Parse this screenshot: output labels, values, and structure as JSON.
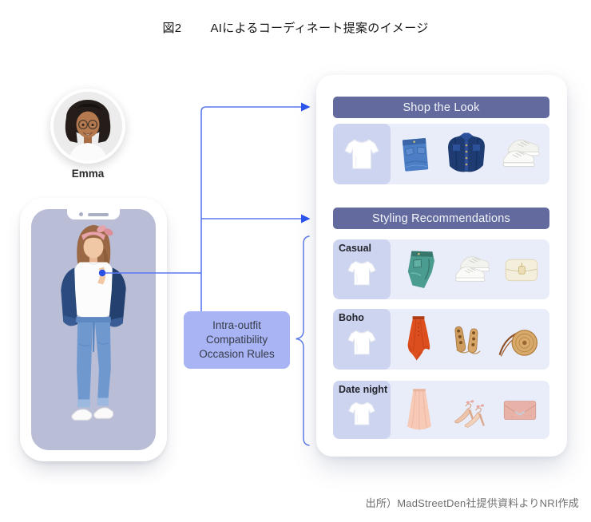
{
  "figure": {
    "label": "図2",
    "title": "AIによるコーディネート提案のイメージ"
  },
  "user": {
    "name": "Emma"
  },
  "phone": {
    "photo": "woman-wearing-white-tshirt-denim-jacket-jeans",
    "annotation": "blue-dot-marker-on-tshirt"
  },
  "rules_box": {
    "line1": "Intra-outfit",
    "line2": "Compatibility",
    "line3": "Occasion Rules"
  },
  "panel": {
    "shop_section": {
      "header": "Shop the Look",
      "base_item": "white-tshirt",
      "items": [
        "blue-jeans",
        "denim-jacket",
        "white-sneakers"
      ]
    },
    "styling_section": {
      "header": "Styling Recommendations",
      "rows": [
        {
          "label": "Casual",
          "base_item": "white-tshirt",
          "items": [
            "teal-jeans",
            "white-sneakers",
            "cream-satchel-bag"
          ]
        },
        {
          "label": "Boho",
          "base_item": "white-tshirt",
          "items": [
            "orange-maxi-skirt",
            "tan-gladiator-sandals",
            "round-rattan-bag"
          ]
        },
        {
          "label": "Date night",
          "base_item": "white-tshirt",
          "items": [
            "blush-pink-skirt",
            "pink-heeled-sandals",
            "pink-envelope-clutch"
          ]
        }
      ]
    }
  },
  "source": "出所）MadStreetDen社提供資料よりNRI作成",
  "colors": {
    "header_bg": "#636b9e",
    "row_bg": "#e9edf9",
    "tile_bg": "#ccd4ef",
    "rules_box_bg": "#a9b4f4",
    "phone_screen_bg": "#b9bdd6",
    "connector_blue": "#5a78f0",
    "arrow_blue": "#2b55ef",
    "dot_blue": "#2a52e8"
  }
}
